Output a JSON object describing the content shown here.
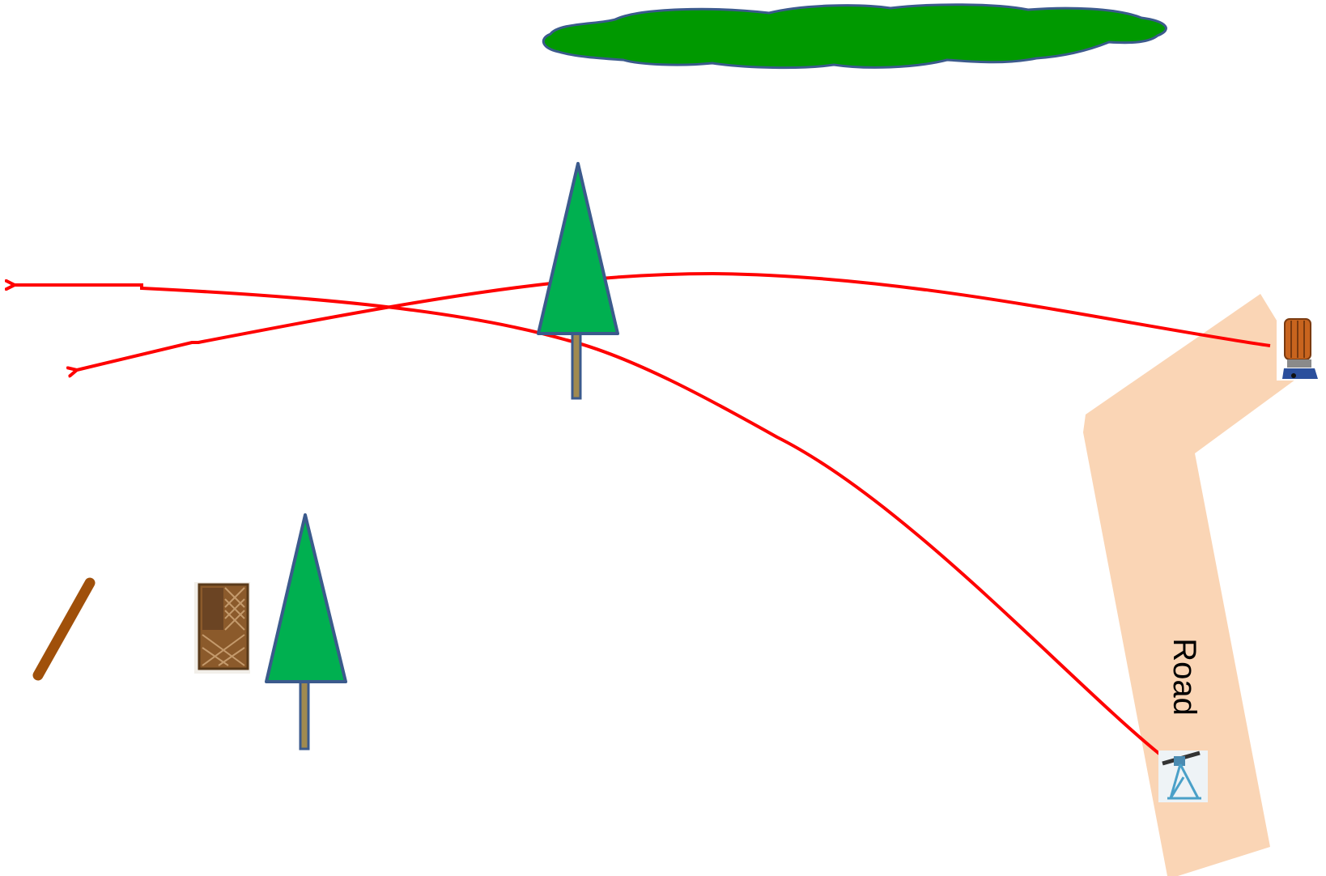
{
  "diagram": {
    "road": {
      "label": "Road",
      "color": "#fad5b5"
    },
    "trajectories": {
      "color": "#ff0000",
      "count": 2
    },
    "trees": {
      "count": 2,
      "canopy_color": "#00b050",
      "outline_color": "#3b5a8c",
      "trunk_color": "#a08a50"
    },
    "bush": {
      "fill_color": "#009900",
      "outline_color": "#3b5a8c"
    },
    "log": {
      "color": "#a0500a"
    },
    "icons": [
      "clay-thrower-icon",
      "wooden-lattice-stand-icon",
      "tripod-machine-icon"
    ]
  }
}
